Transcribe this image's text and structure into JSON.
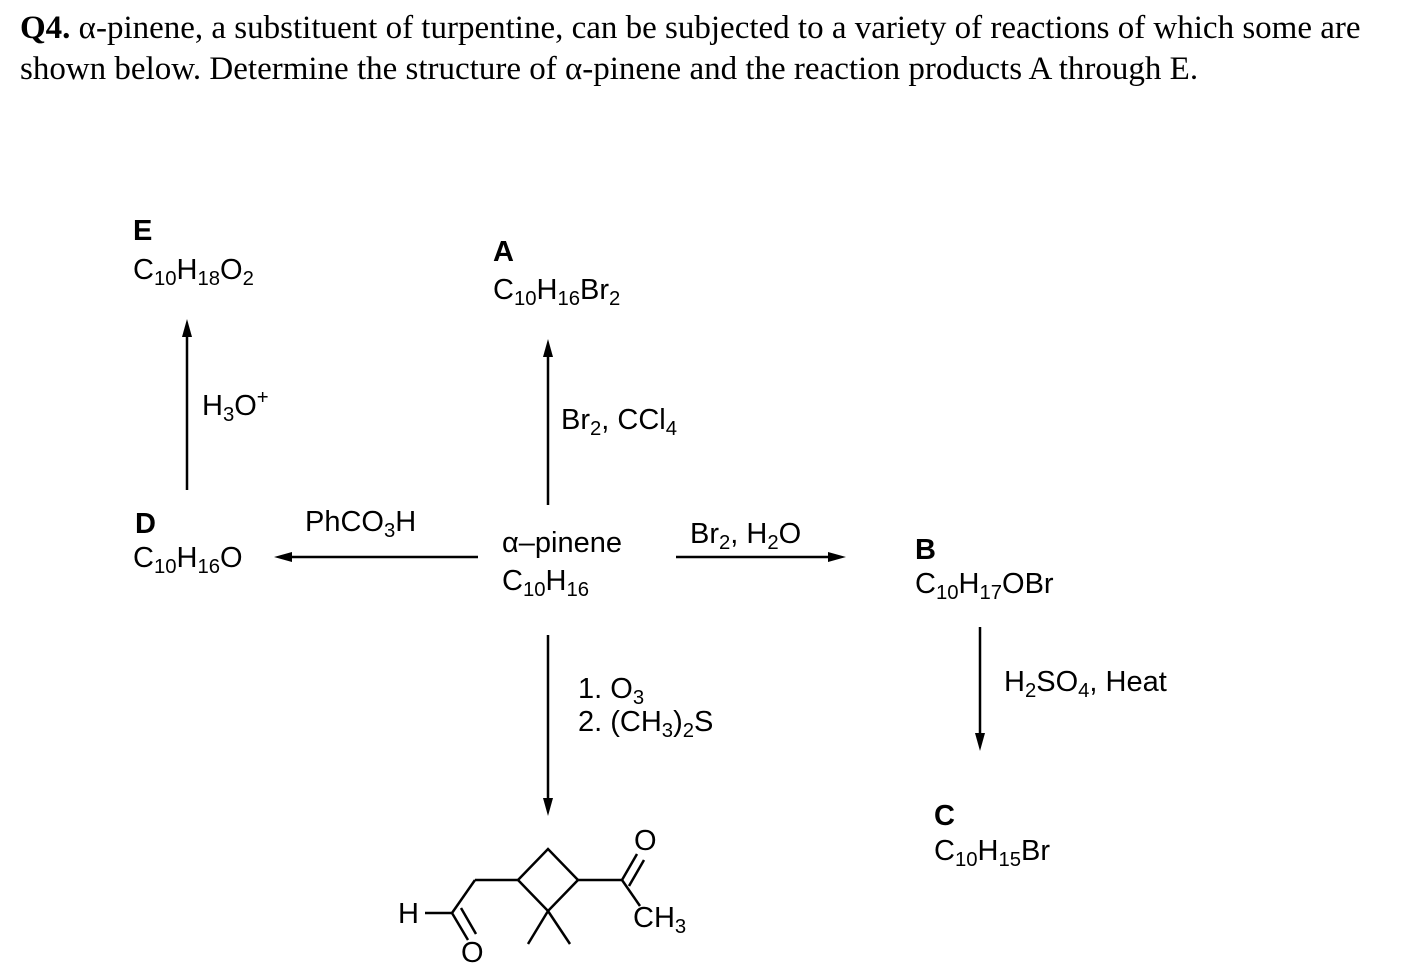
{
  "question": {
    "number": "Q4.",
    "text": "α-pinene, a substituent of turpentine, can be subjected to a variety of reactions of which some are shown below. Determine the structure of α-pinene and the reaction products A through E."
  },
  "compounds": {
    "E": {
      "label": "E",
      "C": "10",
      "H": "18",
      "O": "2"
    },
    "A": {
      "label": "A",
      "C": "10",
      "H": "16",
      "Br": "2"
    },
    "start": {
      "name": "α–pinene",
      "C": "10",
      "H": "16"
    },
    "D": {
      "label": "D",
      "C": "10",
      "H": "16"
    },
    "B": {
      "label": "B",
      "C": "10",
      "H": "17"
    },
    "C": {
      "label": "C",
      "C": "10",
      "H": "15"
    }
  },
  "reagents": {
    "to_E": {
      "H": "3",
      "plus": "+"
    },
    "to_A": {
      "a": "2",
      "b": "4"
    },
    "to_D": {
      "pre": "PhCO",
      "n": "3",
      "post": "H"
    },
    "to_B": {
      "a": "2",
      "b": "2"
    },
    "to_C": {
      "a": "2",
      "b": "4",
      "rest": ", Heat"
    },
    "ozonolysis": {
      "step1": "1. O",
      "n1": "3",
      "step2": "2. (CH",
      "n2": "3",
      "step2b": ")",
      "n3": "2",
      "step2c": "S"
    }
  },
  "product_structure": {
    "h_label": "H",
    "o_label": "O",
    "o2_label": "O",
    "ch3_label": "CH",
    "ch3_n": "3"
  }
}
